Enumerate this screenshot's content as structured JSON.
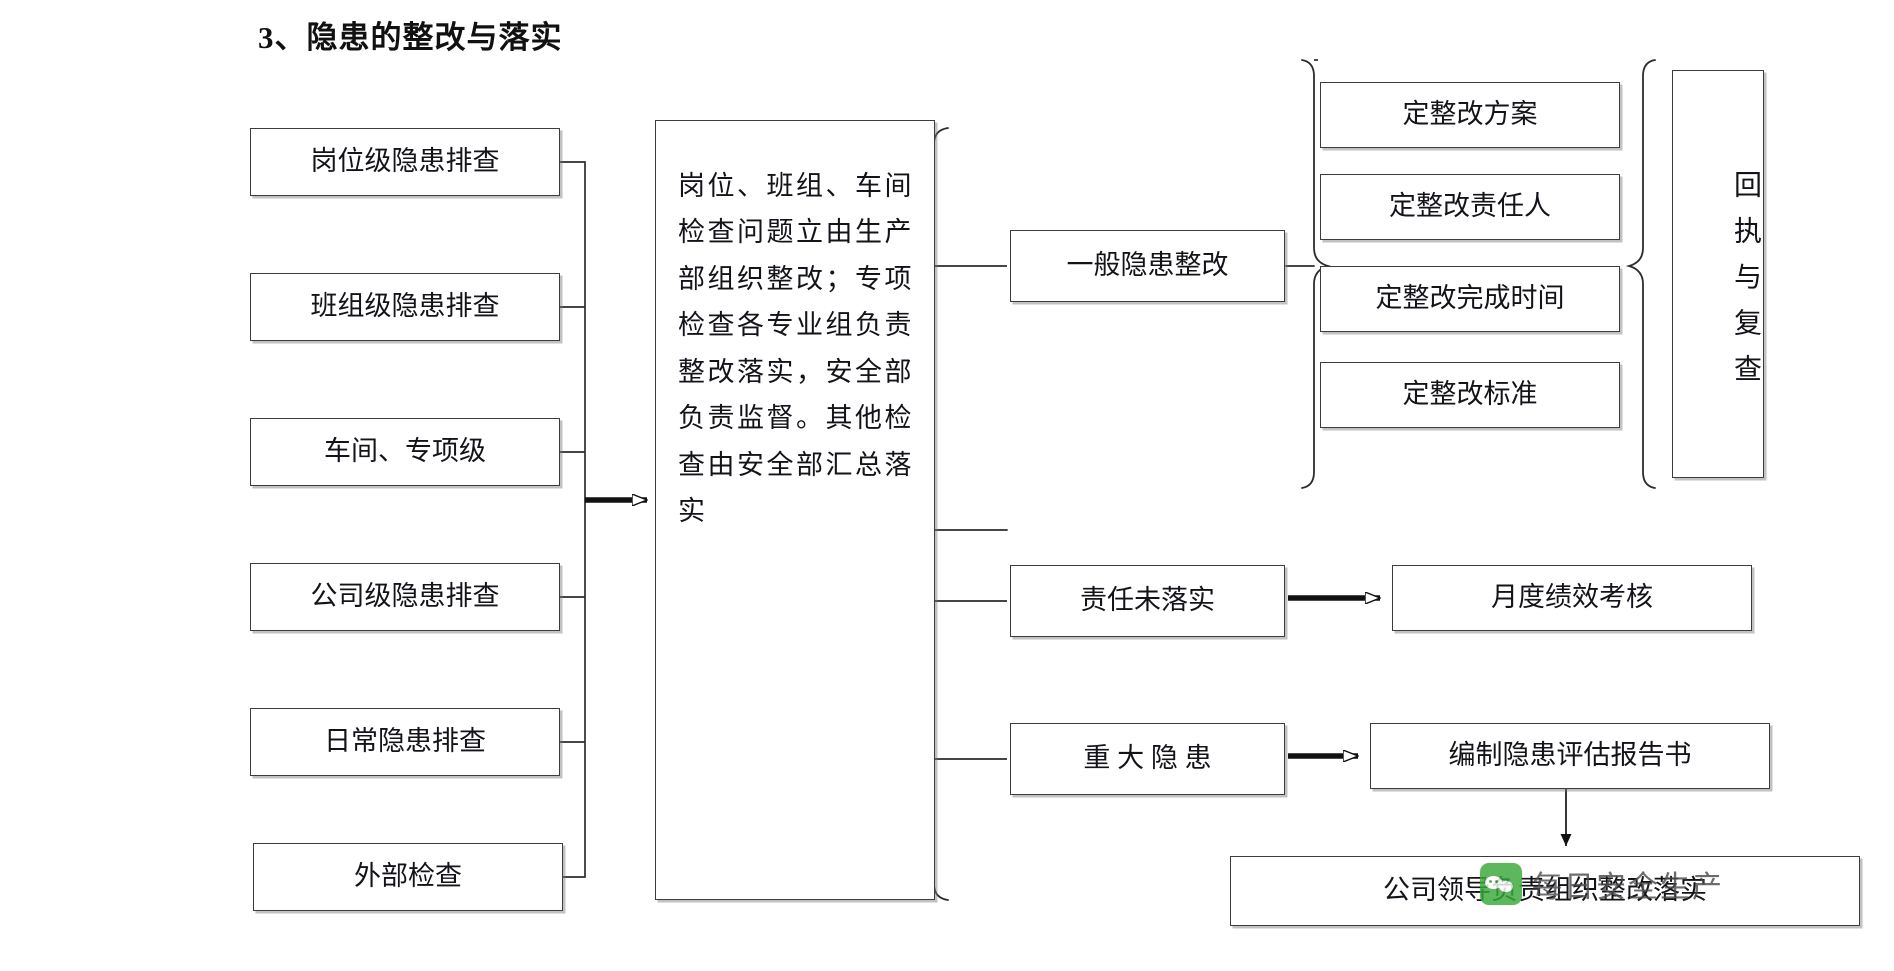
{
  "page": {
    "title": "3、隐患的整改与落实",
    "background_color": "#ffffff",
    "line_color": "#3c3c3c"
  },
  "left_column": {
    "items": [
      {
        "label": "岗位级隐患排查"
      },
      {
        "label": "班组级隐患排查"
      },
      {
        "label": "车间、专项级"
      },
      {
        "label": "公司级隐患排查"
      },
      {
        "label": "日常隐患排查"
      },
      {
        "label": "外部检查"
      }
    ]
  },
  "center": {
    "text": "岗位、班组、车间检查问题立由生产部组织整改；专项检查各专业组负责整改落实，安全部负责监督。其他检查由安全部汇总落实"
  },
  "branches": {
    "general": {
      "label": "一般隐患整改",
      "measures": [
        {
          "label": "定整改方案"
        },
        {
          "label": "定整改责任人"
        },
        {
          "label": "定整改完成时间"
        },
        {
          "label": "定整改标准"
        }
      ],
      "receipt": "回执与复查"
    },
    "unfulfilled": {
      "label": "责任未落实",
      "outcome": "月度绩效考核"
    },
    "major": {
      "label": "重 大 隐 患",
      "outcome": "编制隐患评估报告书",
      "final": "公司领导负责组织整改落实"
    }
  },
  "watermark": {
    "text": "每日安全生产",
    "logo_color": "#3aa93a"
  }
}
